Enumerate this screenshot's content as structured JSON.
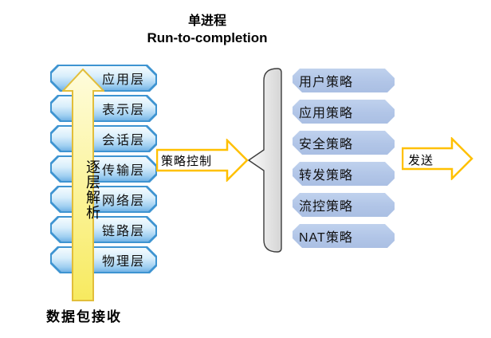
{
  "title": {
    "line1": "单进程",
    "line2": "Run-to-completion"
  },
  "layer_stack": {
    "items": [
      {
        "label": "应用层"
      },
      {
        "label": "表示层"
      },
      {
        "label": "会话层"
      },
      {
        "label": "传输层"
      },
      {
        "label": "网络层"
      },
      {
        "label": "链路层"
      },
      {
        "label": "物理层"
      }
    ],
    "up_arrow_label": "逐层解析",
    "caption": "数据包接收"
  },
  "policy_control_arrow": {
    "label": "策略控制"
  },
  "policy_stack": {
    "items": [
      {
        "label": "用户策略"
      },
      {
        "label": "应用策略"
      },
      {
        "label": "安全策略"
      },
      {
        "label": "转发策略"
      },
      {
        "label": "流控策略"
      },
      {
        "label": "NAT策略"
      }
    ]
  },
  "send_arrow": {
    "label": "发送"
  },
  "colors": {
    "layer_box_border": "#3E94D1",
    "layer_box_fill_top": "#F4FBFE",
    "layer_box_fill_bottom": "#74B3E5",
    "policy_box_fill": "#B1C5E7",
    "policy_box_border": "#FFFFFF",
    "gold_accent": "#FFC000",
    "up_arrow_fill": "#F9ED6E",
    "up_arrow_border": "#E2BE3A",
    "brace_fill": "#E5E5E5",
    "brace_stroke": "#3D3D3D",
    "text_color": "#000000"
  }
}
